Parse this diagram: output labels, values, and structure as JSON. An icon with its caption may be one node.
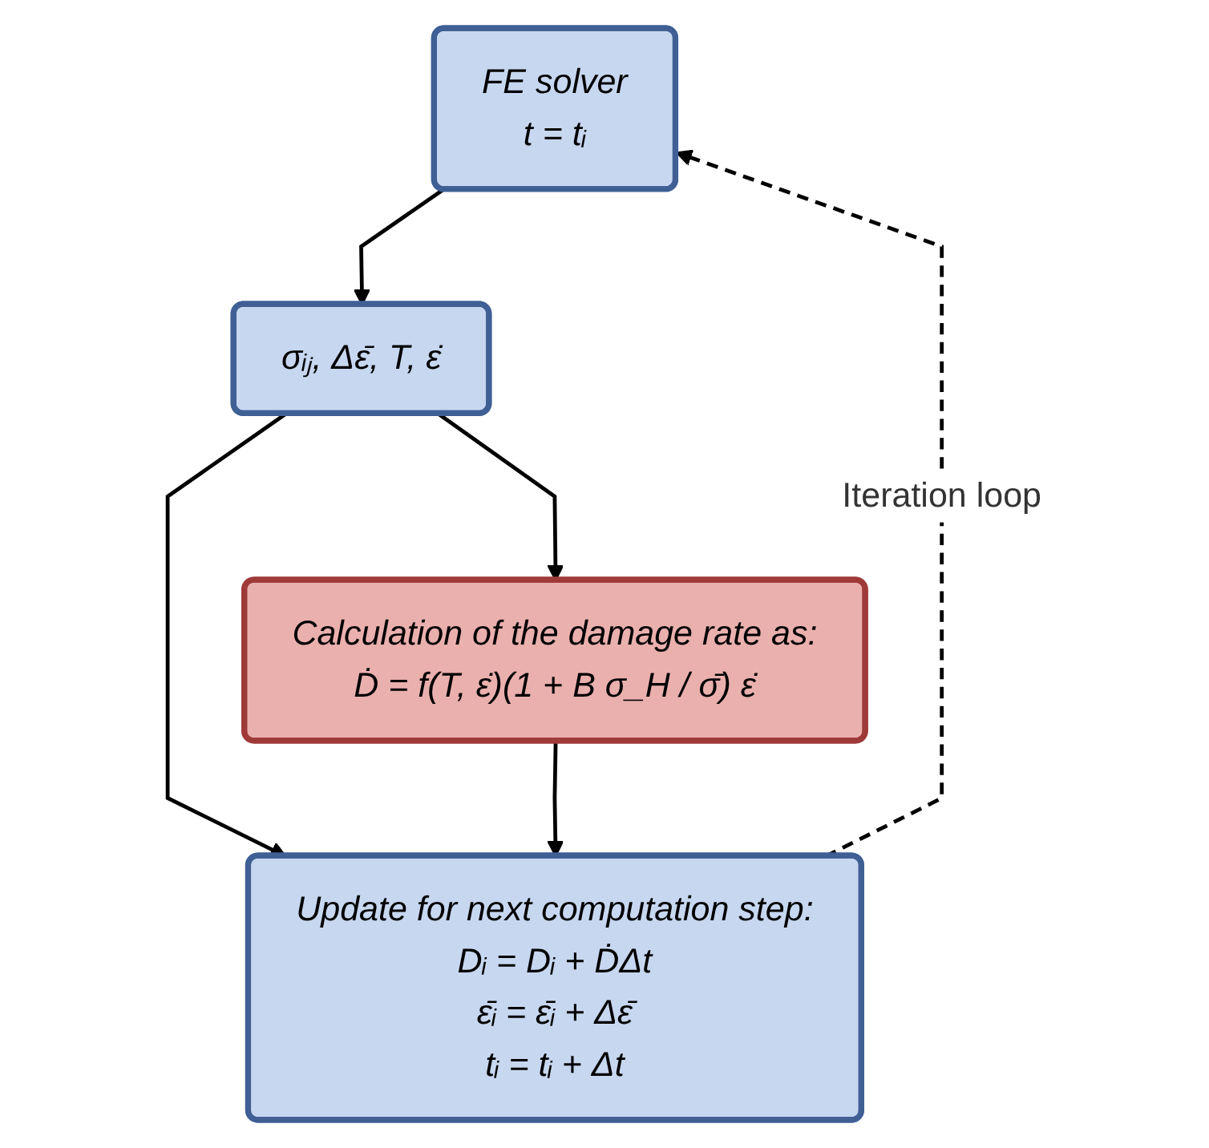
{
  "diagram": {
    "nodes": [
      {
        "text": [
          "FE solver",
          "t = tᵢ"
        ]
      },
      {
        "text": [
          "σᵢⱼ, Δε̄, T, ε̇"
        ]
      },
      {
        "text": [
          "Calculation of the damage rate as:",
          "Ḋ = f(T, ε̇)(1 + B σ_H / σ̄) ε̇"
        ]
      },
      {
        "text": [
          "Update for next computation step:",
          "Dᵢ = Dᵢ + ḊΔt",
          "ε̄ᵢ = ε̄ᵢ + Δε̄",
          "tᵢ = tᵢ + Δt"
        ]
      }
    ],
    "edges": [
      {
        "from": 0,
        "to": 1,
        "arrow": "to"
      },
      {
        "from": 1,
        "to": 2,
        "arrow": "to"
      },
      {
        "from": 1,
        "to": 3,
        "arrow": "to"
      },
      {
        "from": 2,
        "to": 3,
        "arrow": "to"
      },
      {
        "from": 3,
        "to": 0,
        "arrow": "to",
        "style": "dashed",
        "label": "Iteration loop"
      }
    ]
  }
}
